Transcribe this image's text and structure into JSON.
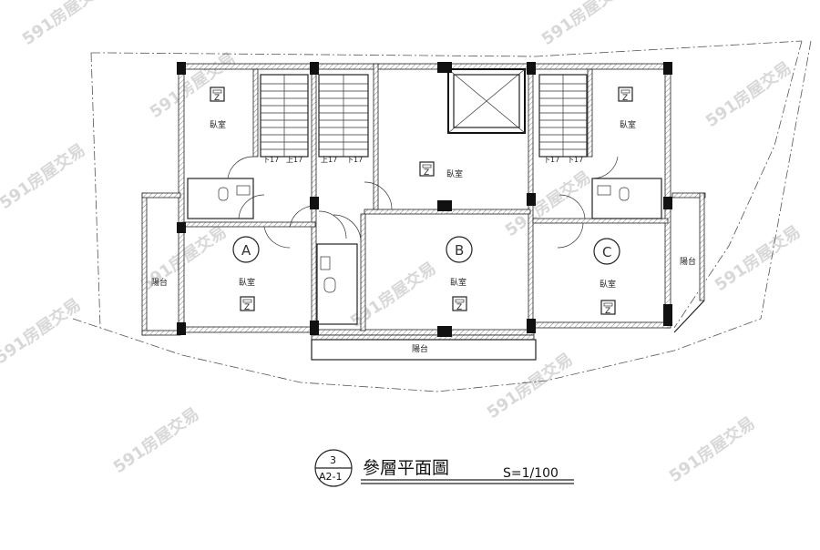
{
  "title": {
    "sheet_number": "3",
    "sheet_ref": "A2-1",
    "name": "參層平面圖",
    "scale": "S=1/100"
  },
  "rooms": {
    "bedroom": "臥室",
    "balcony": "陽台"
  },
  "units": [
    "A",
    "B",
    "C"
  ],
  "stairs": {
    "down": "下17",
    "up": "上17"
  },
  "watermark": "591房屋交易"
}
